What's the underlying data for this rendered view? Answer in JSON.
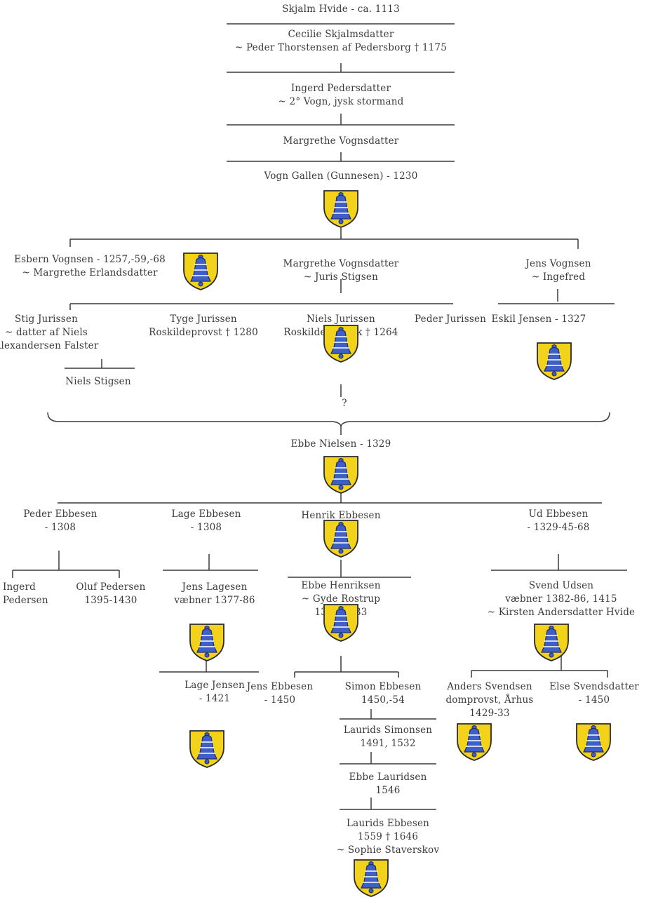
{
  "colors": {
    "shield_fill": "#f2d21b",
    "shield_stroke": "#2b2b2b",
    "bell_fill": "#3f5fc8",
    "bell_stroke": "#1d2e6e",
    "line": "#3a3a3a",
    "text": "#3a3a3a"
  },
  "coat_of_arms_icon": "blue-bell-on-gold-shield-icon",
  "people": {
    "skjalm": {
      "lines": [
        "Skjalm Hvide - ca. 1113"
      ]
    },
    "cecilie": {
      "lines": [
        "Cecilie Skjalmsdatter",
        "~ Peder Thorstensen af Pedersborg † 1175"
      ]
    },
    "ingerd": {
      "lines": [
        "Ingerd Pedersdatter",
        "~ 2° Vogn, jysk stormand"
      ]
    },
    "margrethe1": {
      "lines": [
        "Margrethe Vognsdatter"
      ]
    },
    "vogn": {
      "lines": [
        "Vogn Gallen (Gunnesen) - 1230"
      ]
    },
    "esbern": {
      "lines": [
        "Esbern Vognsen - 1257,-59,-68",
        "~ Margrethe Erlandsdatter"
      ]
    },
    "margrethe2": {
      "lines": [
        "Margrethe Vognsdatter",
        "~ Juris Stigsen"
      ]
    },
    "jensv": {
      "lines": [
        "Jens Vognsen",
        "~ Ingefred"
      ]
    },
    "stig": {
      "lines": [
        "Stig Jurissen",
        "~ datter af Niels",
        "Alexandersen Falster"
      ]
    },
    "tyge": {
      "lines": [
        "Tyge Jurissen",
        "Roskildeprovst † 1280"
      ]
    },
    "nielsj": {
      "lines": [
        "Niels Jurissen",
        "Roskilde kannik † 1264"
      ]
    },
    "pederj": {
      "lines": [
        "Peder Jurissen"
      ]
    },
    "eskil": {
      "lines": [
        "Eskil Jensen - 1327"
      ]
    },
    "nielss": {
      "lines": [
        "Niels Stigsen"
      ]
    },
    "question": {
      "lines": [
        "?"
      ]
    },
    "ebbe": {
      "lines": [
        "Ebbe Nielsen - 1329"
      ]
    },
    "pedere": {
      "lines": [
        "Peder Ebbesen",
        "- 1308"
      ]
    },
    "lage": {
      "lines": [
        "Lage Ebbesen",
        "- 1308"
      ]
    },
    "henrik": {
      "lines": [
        "Henrik Ebbesen"
      ]
    },
    "ud": {
      "lines": [
        "Ud Ebbesen",
        "- 1329-45-68"
      ]
    },
    "ingerdp": {
      "lines": [
        "Ingerd",
        "Pedersen"
      ]
    },
    "oluf": {
      "lines": [
        "Oluf Pedersen",
        "1395-1430"
      ]
    },
    "jensl": {
      "lines": [
        "Jens Lagesen",
        "væbner 1377-86"
      ]
    },
    "ebbeh": {
      "lines": [
        "Ebbe Henriksen",
        "~ Gyde Rostrup",
        "1396-1433"
      ]
    },
    "svend": {
      "lines": [
        "Svend Udsen",
        "væbner 1382-86, 1415",
        "~ Kirsten Andersdatter Hvide"
      ]
    },
    "lagej": {
      "lines": [
        "Lage Jensen",
        "- 1421"
      ]
    },
    "jense": {
      "lines": [
        "Jens Ebbesen",
        "- 1450"
      ]
    },
    "simon": {
      "lines": [
        "Simon Ebbesen",
        "1450,-54"
      ]
    },
    "anders": {
      "lines": [
        "Anders Svendsen",
        "domprovst, Århus",
        "1429-33"
      ]
    },
    "else": {
      "lines": [
        "Else Svendsdatter",
        "- 1450"
      ]
    },
    "laurids1": {
      "lines": [
        "Laurids Simonsen",
        "1491, 1532"
      ]
    },
    "ebbel": {
      "lines": [
        "Ebbe Lauridsen",
        "1546"
      ]
    },
    "laurids2": {
      "lines": [
        "Laurids Ebbesen",
        "1559 † 1646",
        "~ Sophie Staverskov"
      ]
    }
  }
}
